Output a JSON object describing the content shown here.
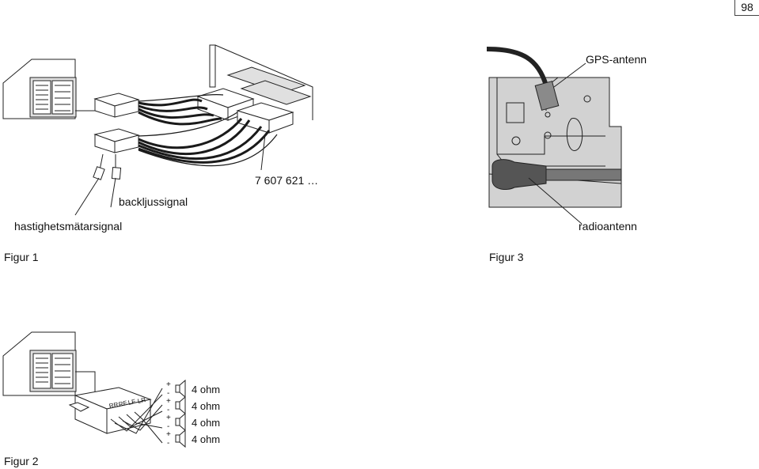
{
  "page_number": "98",
  "figure1": {
    "caption": "Figur 1",
    "part_number": "7 607 621 …",
    "label_backlight": "backljussignal",
    "label_speed": "hastighetsmätarsignal"
  },
  "figure2": {
    "caption": "Figur 2",
    "channel_labels": [
      "RR",
      "RF",
      "LF",
      "LR"
    ],
    "speakers": [
      {
        "impedance": "4 ohm"
      },
      {
        "impedance": "4 ohm"
      },
      {
        "impedance": "4 ohm"
      },
      {
        "impedance": "4 ohm"
      }
    ],
    "plus_symbol": "+",
    "minus_symbol": "-"
  },
  "figure3": {
    "caption": "Figur 3",
    "label_gps": "GPS-antenn",
    "label_radio": "radioantenn"
  }
}
